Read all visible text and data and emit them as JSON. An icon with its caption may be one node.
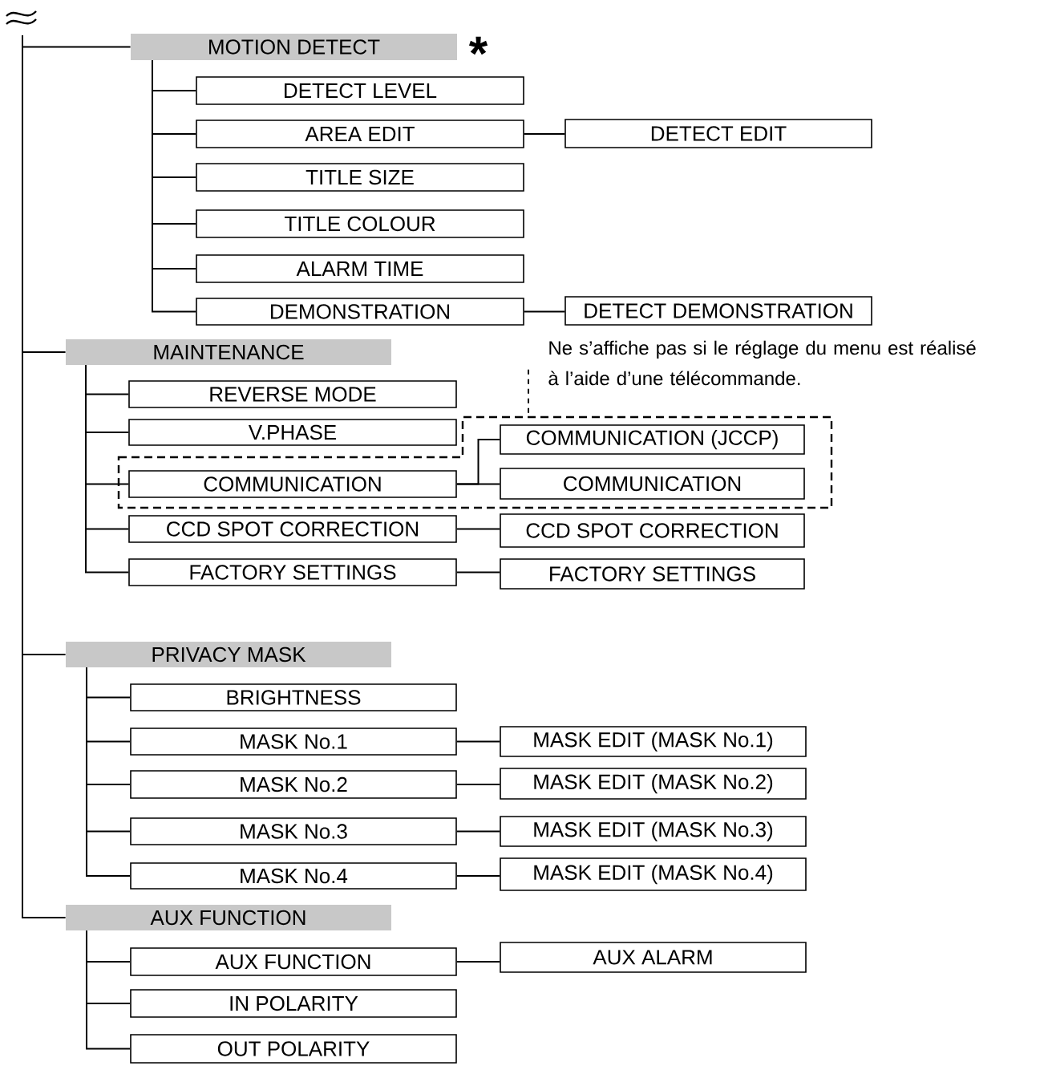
{
  "diagram": {
    "nodes": [
      {
        "text": [
          "MOTION DETECT"
        ],
        "beside": [
          "*"
        ]
      },
      {
        "text": [
          "DETECT LEVEL"
        ]
      },
      {
        "text": [
          "AREA EDIT"
        ]
      },
      {
        "text": [
          "DETECT EDIT"
        ]
      },
      {
        "text": [
          "TITLE SIZE"
        ]
      },
      {
        "text": [
          "TITLE COLOUR"
        ]
      },
      {
        "text": [
          "ALARM TIME"
        ]
      },
      {
        "text": [
          "DEMONSTRATION"
        ]
      },
      {
        "text": [
          "DETECT DEMONSTRATION"
        ]
      },
      {
        "text": [
          "MAINTENANCE"
        ]
      },
      {
        "text": [
          "Ne s’affiche pas si le réglage du menu est réalisé à l’aide d’une télécommande."
        ]
      },
      {
        "text": [
          "REVERSE MODE"
        ]
      },
      {
        "text": [
          "V.PHASE"
        ]
      },
      {
        "text": [],
        "shape": "polygon"
      },
      {
        "text": [
          "COMMUNICATION (JCCP)"
        ],
        "in": 13
      },
      {
        "text": [
          "COMMUNICATION"
        ],
        "in": 13
      },
      {
        "text": [
          "COMMUNICATION"
        ],
        "in": 13
      },
      {
        "text": [
          "CCD SPOT CORRECTION"
        ]
      },
      {
        "text": [
          "CCD SPOT CORRECTION"
        ]
      },
      {
        "text": [
          "FACTORY SETTINGS"
        ]
      },
      {
        "text": [
          "FACTORY SETTINGS"
        ]
      },
      {
        "text": [
          "PRIVACY MASK"
        ]
      },
      {
        "text": [
          "BRIGHTNESS"
        ]
      },
      {
        "text": [
          "MASK No.1"
        ]
      },
      {
        "text": [
          "MASK EDIT (MASK No.1)"
        ]
      },
      {
        "text": [
          "MASK No.2"
        ]
      },
      {
        "text": [
          "MASK EDIT (MASK No.2)"
        ]
      },
      {
        "text": [
          "MASK No.3"
        ]
      },
      {
        "text": [
          "MASK EDIT (MASK No.3)"
        ]
      },
      {
        "text": [
          "MASK No.4"
        ]
      },
      {
        "text": [
          "MASK EDIT (MASK No.4)"
        ]
      },
      {
        "text": [
          "AUX FUNCTION"
        ]
      },
      {
        "text": [
          "AUX FUNCTION"
        ]
      },
      {
        "text": [
          "AUX ALARM"
        ]
      },
      {
        "text": [
          "IN POLARITY"
        ]
      },
      {
        "text": [
          "OUT POLARITY"
        ]
      }
    ],
    "edges": [
      {
        "from": null,
        "to": 0,
        "arrow": "none"
      },
      {
        "from": null,
        "to": 9,
        "arrow": "none"
      },
      {
        "from": null,
        "to": 21,
        "arrow": "none"
      },
      {
        "from": null,
        "to": 31,
        "arrow": "none"
      },
      {
        "from": 0,
        "to": 1,
        "arrow": "none"
      },
      {
        "from": 0,
        "to": 2,
        "arrow": "none"
      },
      {
        "from": 2,
        "to": 3,
        "arrow": "none"
      },
      {
        "from": 0,
        "to": 4,
        "arrow": "none"
      },
      {
        "from": 0,
        "to": 5,
        "arrow": "none"
      },
      {
        "from": 0,
        "to": 6,
        "arrow": "none"
      },
      {
        "from": 0,
        "to": 7,
        "arrow": "none"
      },
      {
        "from": 7,
        "to": 8,
        "arrow": "none"
      },
      {
        "from": 10,
        "to": 13,
        "arrow": "none",
        "style": "dashed"
      },
      {
        "from": 9,
        "to": 11,
        "arrow": "none"
      },
      {
        "from": 9,
        "to": 12,
        "arrow": "none"
      },
      {
        "from": 9,
        "to": 15,
        "arrow": "none"
      },
      {
        "from": 15,
        "to": 14,
        "arrow": "none"
      },
      {
        "from": 15,
        "to": 16,
        "arrow": "none"
      },
      {
        "from": 9,
        "to": 17,
        "arrow": "none"
      },
      {
        "from": 17,
        "to": 18,
        "arrow": "none"
      },
      {
        "from": 9,
        "to": 19,
        "arrow": "none"
      },
      {
        "from": 19,
        "to": 20,
        "arrow": "none"
      },
      {
        "from": 21,
        "to": 22,
        "arrow": "none"
      },
      {
        "from": 21,
        "to": 23,
        "arrow": "none"
      },
      {
        "from": 23,
        "to": 24,
        "arrow": "none"
      },
      {
        "from": 21,
        "to": 25,
        "arrow": "none"
      },
      {
        "from": 25,
        "to": 26,
        "arrow": "none"
      },
      {
        "from": 21,
        "to": 27,
        "arrow": "none"
      },
      {
        "from": 27,
        "to": 28,
        "arrow": "none"
      },
      {
        "from": 21,
        "to": 29,
        "arrow": "none"
      },
      {
        "from": 29,
        "to": 30,
        "arrow": "none"
      },
      {
        "from": 31,
        "to": 32,
        "arrow": "none"
      },
      {
        "from": 32,
        "to": 33,
        "arrow": "none"
      },
      {
        "from": 31,
        "to": 34,
        "arrow": "none"
      },
      {
        "from": 31,
        "to": 35,
        "arrow": "none"
      }
    ]
  }
}
